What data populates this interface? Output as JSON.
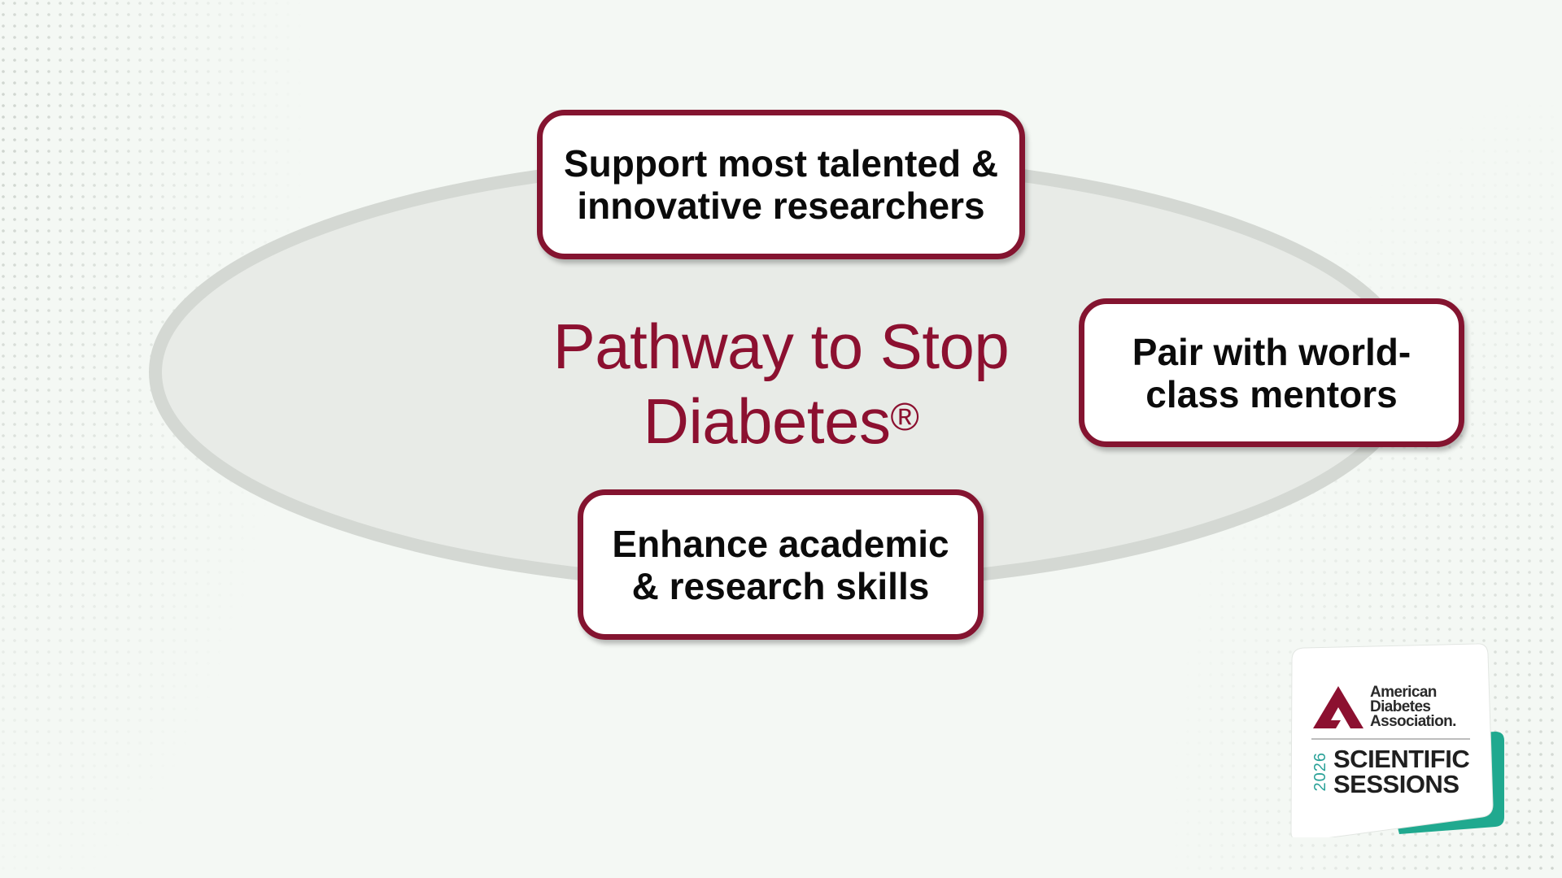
{
  "diagram": {
    "center_title_line1": "Pathway to Stop",
    "center_title_line2": "Diabetes",
    "center_title_mark": "®",
    "boxes": [
      {
        "line1": "Support most talented &",
        "line2": "innovative researchers"
      },
      {
        "line1": "Pair with world-",
        "line2": "class mentors"
      },
      {
        "line1": "Enhance academic",
        "line2": "& research skills"
      }
    ]
  },
  "logo": {
    "org_line1": "American",
    "org_line2": "Diabetes",
    "org_line3": "Association.",
    "year": "2026",
    "event_line1": "SCIENTIFIC",
    "event_line2": "SESSIONS"
  },
  "colors": {
    "accent": "#8c1030",
    "box_border": "#841430",
    "ellipse_fill": "#e8ebe7",
    "ellipse_stroke": "#d4d8d3",
    "logo_teal": "#20a98f",
    "background": "#f4f8f4"
  }
}
